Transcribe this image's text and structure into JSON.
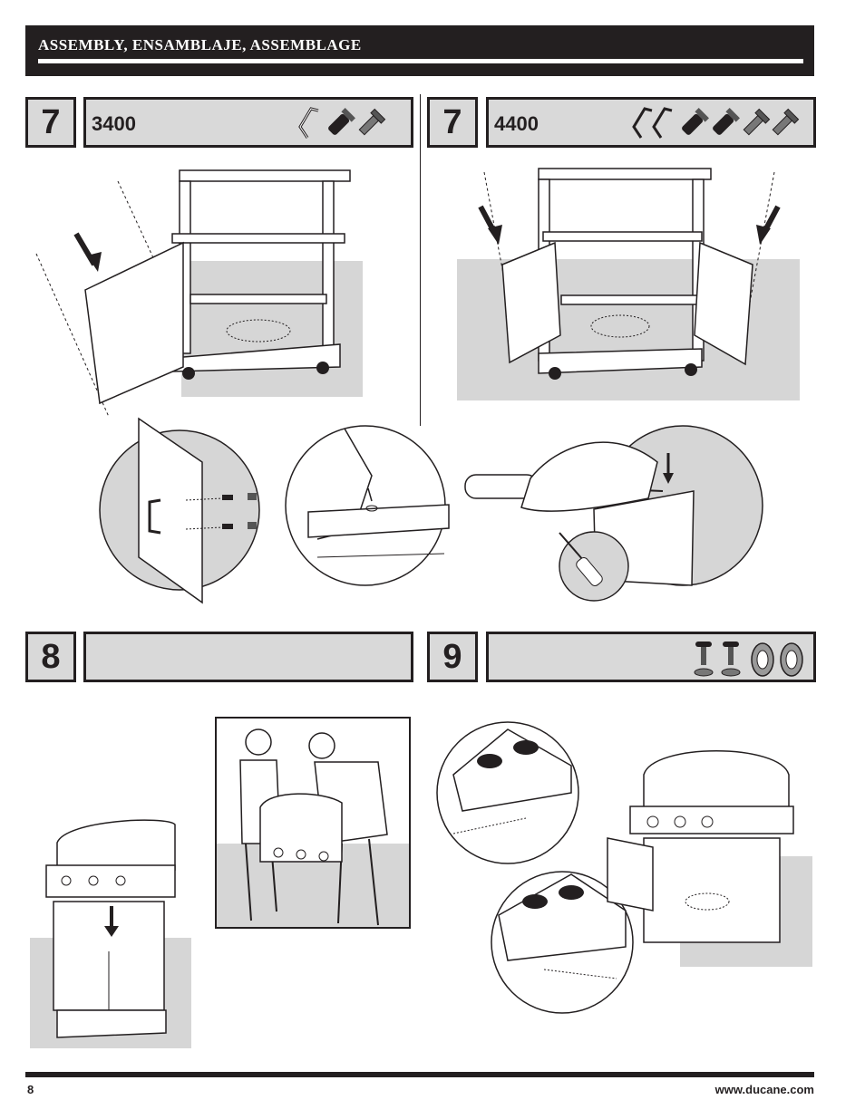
{
  "header": {
    "title": "ASSEMBLY, ENSAMBLAJE, ASSEMBLAGE"
  },
  "steps": [
    {
      "number": "7",
      "model": "3400"
    },
    {
      "number": "7",
      "model": "4400"
    },
    {
      "number": "8",
      "model": ""
    },
    {
      "number": "9",
      "model": ""
    }
  ],
  "footer": {
    "page": "8",
    "website": "www.ducane.com"
  }
}
